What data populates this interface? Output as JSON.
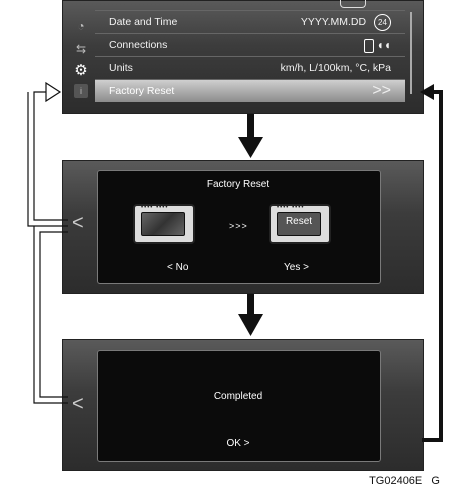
{
  "top_screen": {
    "menu": [
      {
        "label": "Date and Time",
        "value": "YYYY.MM.DD",
        "badge": "24"
      },
      {
        "label": "Connections",
        "value": ""
      },
      {
        "label": "Units",
        "value": "km/h, L/100km, °C, kPa"
      },
      {
        "label": "Factory Reset",
        "value": ">>"
      }
    ]
  },
  "middle_screen": {
    "title": "Factory Reset",
    "arrows": ">>>",
    "reset_label": "Reset",
    "no_label": "< No",
    "yes_label": "Yes >"
  },
  "bottom_screen": {
    "message": "Completed",
    "ok_label": "OK >"
  },
  "footer_code": "TG02406E   G"
}
